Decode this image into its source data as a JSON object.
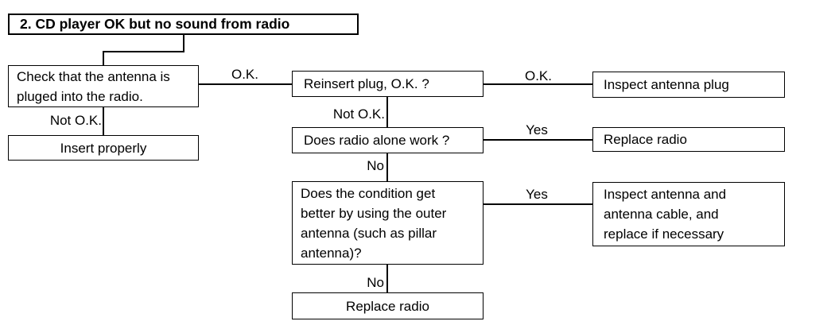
{
  "diagram": {
    "type": "flowchart",
    "title": "2. CD player OK but no sound from radio"
  },
  "colors": {
    "line": "#000000",
    "text": "#000000",
    "background": "#ffffff"
  },
  "nodes": {
    "title": {
      "text": "2. CD player OK but no sound from radio"
    },
    "check_antenna": {
      "text": "Check that the antenna is\npluged into the radio."
    },
    "insert_properly": {
      "text": "Insert properly"
    },
    "reinsert_plug": {
      "text": "Reinsert plug, O.K. ?"
    },
    "inspect_antenna_plug": {
      "text": "Inspect antenna plug"
    },
    "does_radio_alone_work": {
      "text": "Does radio alone work ?"
    },
    "replace_radio_1": {
      "text": "Replace radio"
    },
    "does_condition_get_better": {
      "text": "Does the condition get\nbetter by using the outer\nantenna (such as pillar\nantenna)?"
    },
    "inspect_antenna_cable": {
      "text": "Inspect antenna and\nantenna cable, and\nreplace if necessary"
    },
    "replace_radio_2": {
      "text": "Replace radio"
    }
  },
  "edges": [
    {
      "from": "title",
      "to": "check_antenna",
      "label": ""
    },
    {
      "from": "check_antenna",
      "to": "reinsert_plug",
      "label": "O.K."
    },
    {
      "from": "check_antenna",
      "to": "insert_properly",
      "label": "Not O.K."
    },
    {
      "from": "reinsert_plug",
      "to": "inspect_antenna_plug",
      "label": "O.K."
    },
    {
      "from": "reinsert_plug",
      "to": "does_radio_alone_work",
      "label": "Not O.K."
    },
    {
      "from": "does_radio_alone_work",
      "to": "replace_radio_1",
      "label": "Yes"
    },
    {
      "from": "does_radio_alone_work",
      "to": "does_condition_get_better",
      "label": "No"
    },
    {
      "from": "does_condition_get_better",
      "to": "inspect_antenna_cable",
      "label": "Yes"
    },
    {
      "from": "does_condition_get_better",
      "to": "replace_radio_2",
      "label": "No"
    }
  ]
}
